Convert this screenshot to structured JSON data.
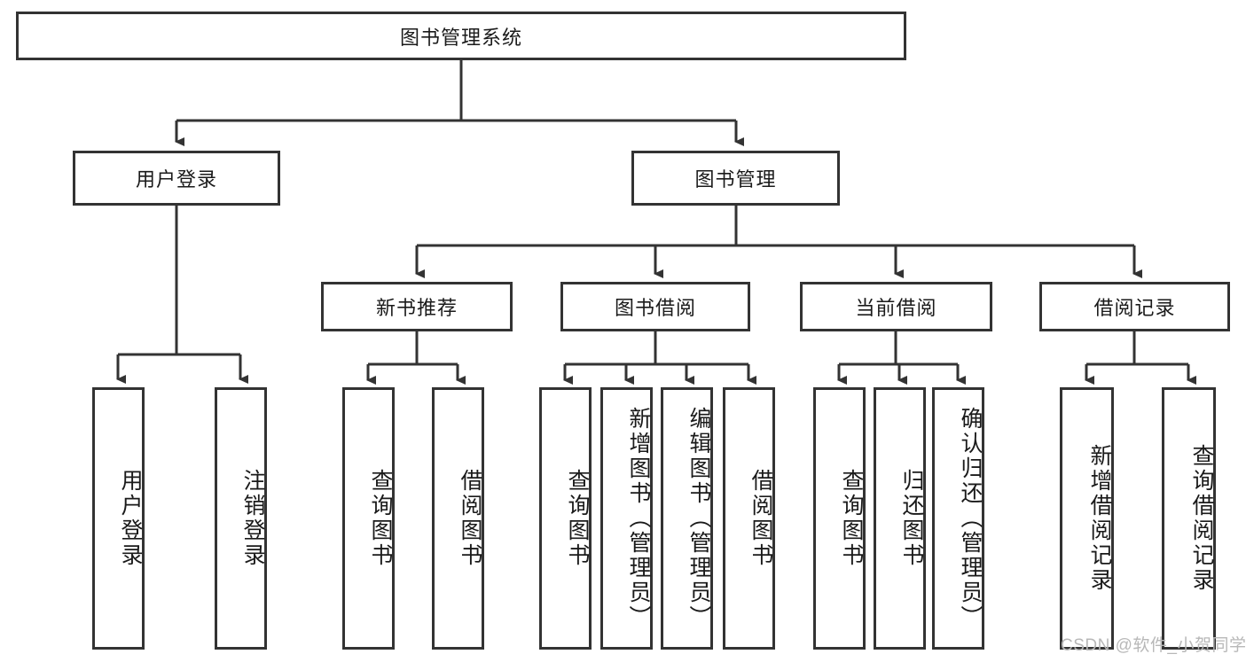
{
  "diagram": {
    "type": "tree",
    "title": "图书管理系统",
    "orientation": "top-down",
    "colors": {
      "box_border": "#333333",
      "box_fill": "#ffffff",
      "edge": "#333333",
      "text": "#1a1a1a",
      "watermark": "#b8b8b8"
    },
    "root": {
      "label": "图书管理系统"
    },
    "level2": [
      {
        "label": "用户登录"
      },
      {
        "label": "图书管理"
      }
    ],
    "level3": [
      {
        "label": "新书推荐"
      },
      {
        "label": "图书借阅"
      },
      {
        "label": "当前借阅"
      },
      {
        "label": "借阅记录"
      }
    ],
    "leaves": {
      "user_login": [
        {
          "label": "用户登录"
        },
        {
          "label": "注销登录"
        }
      ],
      "new_book": [
        {
          "label": "查询图书"
        },
        {
          "label": "借阅图书"
        }
      ],
      "book_borrow": [
        {
          "label": "查询图书"
        },
        {
          "label": "新增图书（管理员）"
        },
        {
          "label": "编辑图书（管理员）"
        },
        {
          "label": "借阅图书"
        }
      ],
      "current_borrow": [
        {
          "label": "查询图书"
        },
        {
          "label": "归还图书"
        },
        {
          "label": "确认归还（管理员）"
        }
      ],
      "borrow_record": [
        {
          "label": "新增借阅记录"
        },
        {
          "label": "查询借阅记录"
        }
      ]
    }
  },
  "watermark": {
    "text": "CSDN @软件_小贺同学"
  }
}
